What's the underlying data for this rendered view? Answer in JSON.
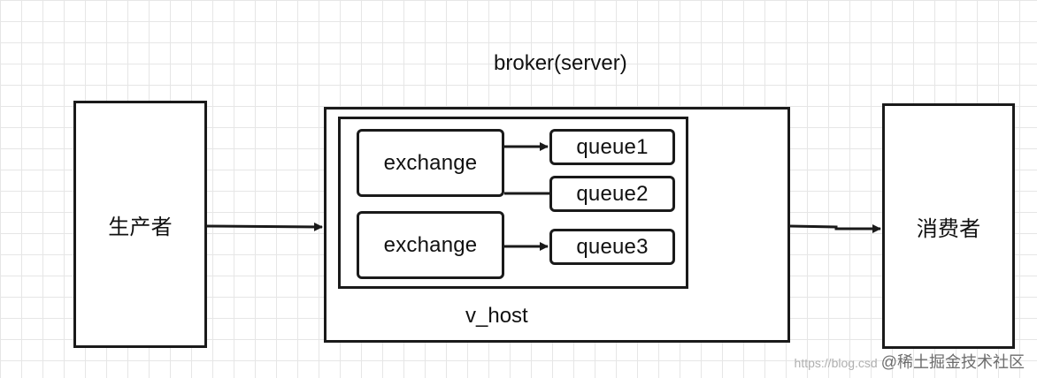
{
  "diagram": {
    "broker_label": "broker(server)",
    "vhost_label": "v_host",
    "producer": "生产者",
    "consumer": "消费者",
    "exchanges": [
      "exchange",
      "exchange"
    ],
    "queues": [
      "queue1",
      "queue2",
      "queue3"
    ]
  },
  "watermark": {
    "url": "https://blog.csd",
    "site": "@稀土掘金技术社区"
  }
}
